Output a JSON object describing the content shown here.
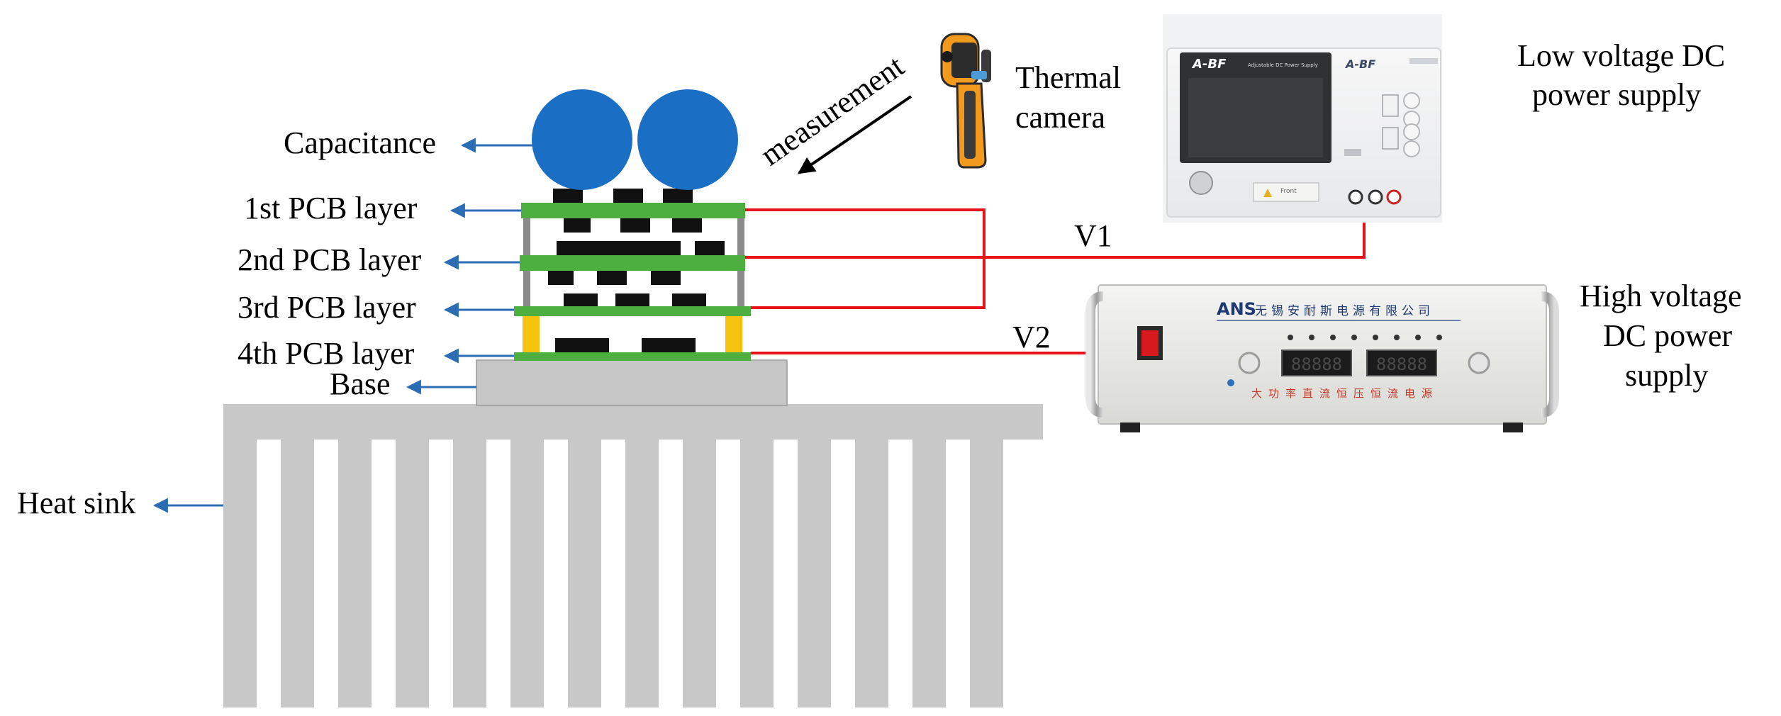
{
  "labels": {
    "capacitance": "Capacitance",
    "pcb1": "1st PCB layer",
    "pcb2": "2nd PCB layer",
    "pcb3": "3rd PCB layer",
    "pcb4": "4th PCB layer",
    "base": "Base",
    "heat_sink": "Heat sink",
    "measurement": "measurement",
    "thermal_camera": [
      "Thermal",
      "camera"
    ],
    "low_voltage_supply": [
      "Low voltage DC",
      "power supply"
    ],
    "high_voltage_supply": [
      "High voltage",
      "DC power",
      "supply"
    ],
    "v1": "V1",
    "v2": "V2"
  },
  "low_voltage_device": {
    "brand": "A-BF",
    "subtitle": "Adjustable DC Power Supply",
    "front_label": "Front"
  },
  "high_voltage_device": {
    "brand": "ANS",
    "company": "无锡安耐斯电源有限公司",
    "panel_text": "大功率直流恒压恒流电源",
    "display_left": "88888",
    "display_right": "88888"
  },
  "colors": {
    "pcb_green": "#4caf3f",
    "capacitor_blue": "#1a6fc4",
    "wire_red": "#e8141c",
    "arrow_blue": "#2a6db5",
    "heat_sink_gray": "#c8c8c8",
    "base_gray": "#c6c6c6",
    "standoff_yellow": "#f5c210",
    "standoff_gray": "#8a8a8a"
  }
}
